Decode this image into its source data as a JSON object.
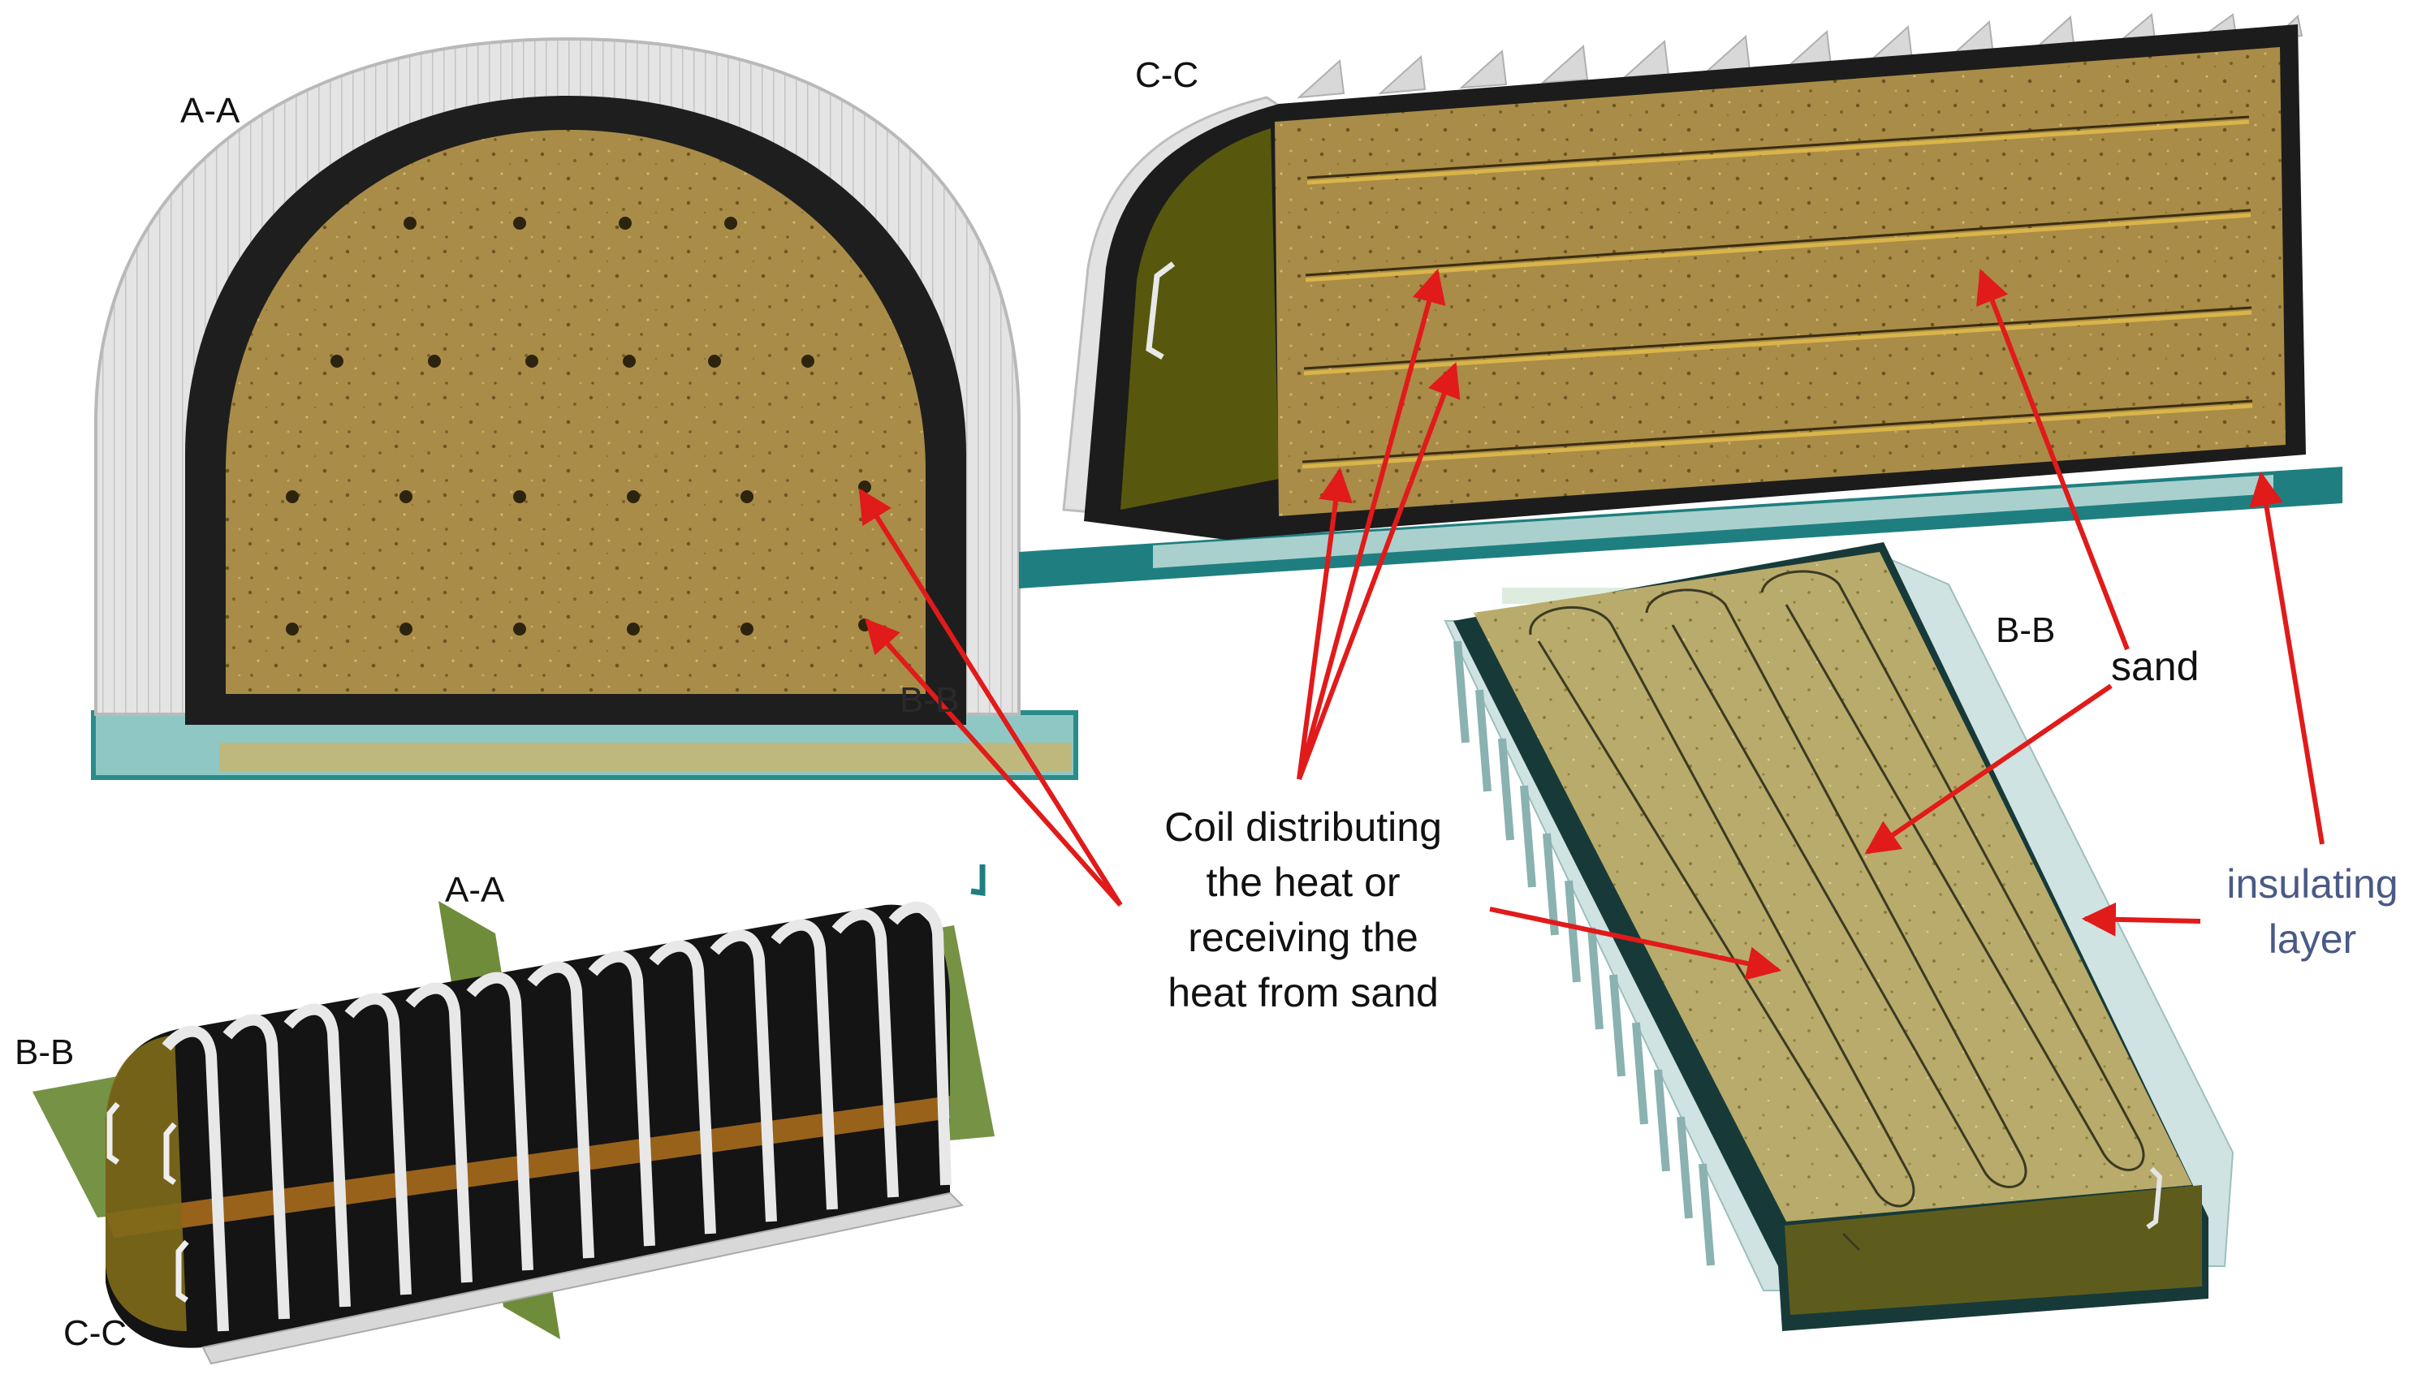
{
  "labels": {
    "section_aa_top": "A-A",
    "section_cc_top": "C-C",
    "section_bb_top": "B-B",
    "section_bb_small": "B-B",
    "section_aa_iso": "A-A",
    "section_bb_iso": "B-B",
    "section_cc_iso": "C-C"
  },
  "annotations": {
    "coil_line1": "Coil distributing",
    "coil_line2": "the heat or",
    "coil_line3": "receiving the",
    "coil_line4": "heat from sand",
    "sand": "sand",
    "insulating_line1": "insulating",
    "insulating_line2": "layer"
  },
  "colors": {
    "sand": "#a88b45",
    "sand_light": "#bcae6a",
    "insulation": "#1e1e1e",
    "shell_grey": "#dcdcdc",
    "base_teal": "#1f7f80",
    "arrow_red": "#e11a1a",
    "fin_light": "#cfe3e2",
    "frame_dark": "#183b3a",
    "plane_green": "#5e7f24",
    "annotation_blue": "#4a5a86"
  }
}
